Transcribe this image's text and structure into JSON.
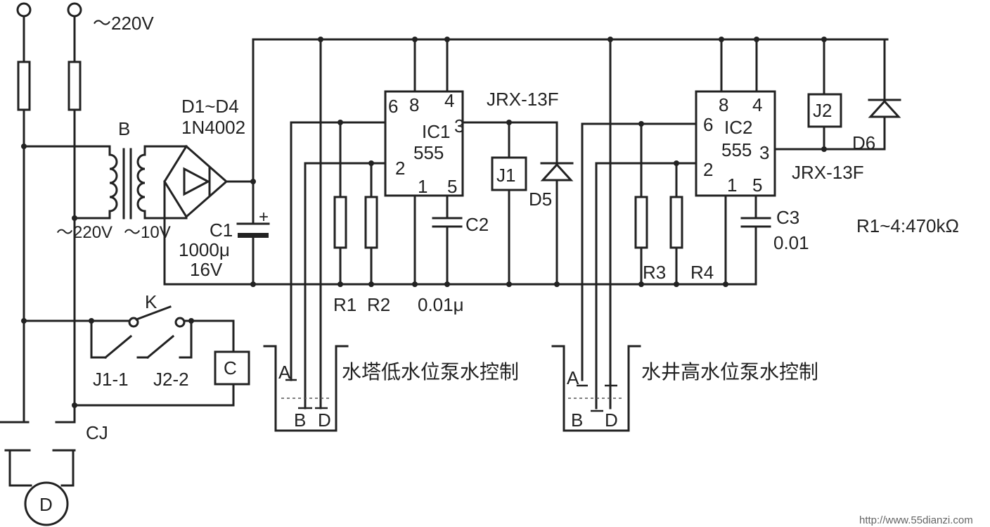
{
  "supply": {
    "label": "～220V"
  },
  "transformer": {
    "name": "B",
    "primary": "～220V",
    "secondary": "～10V"
  },
  "bridge": {
    "name": "D1~D4",
    "part": "1N4002"
  },
  "c1": {
    "name": "C1",
    "value": "1000μ",
    "voltage": "16V",
    "polarity": "+"
  },
  "ic1": {
    "name": "IC1",
    "part": "555",
    "pins": {
      "p6": "6",
      "p8": "8",
      "p4": "4",
      "p3": "3",
      "p2": "2",
      "p1": "1",
      "p5": "5"
    }
  },
  "ic2": {
    "name": "IC2",
    "part": "555",
    "pins": {
      "p6": "6",
      "p8": "8",
      "p4": "4",
      "p3": "3",
      "p2": "2",
      "p1": "1",
      "p5": "5"
    }
  },
  "relay1": {
    "name": "J1",
    "model": "JRX-13F",
    "diode": "D5"
  },
  "relay2": {
    "name": "J2",
    "model": "JRX-13F",
    "diode": "D6"
  },
  "resistors": {
    "r1": "R1",
    "r2": "R2",
    "r3": "R3",
    "r4": "R4",
    "note": "R1~4:470kΩ"
  },
  "c2": {
    "name": "C2",
    "value": "0.01μ"
  },
  "c3": {
    "name": "C3",
    "value": "0.01"
  },
  "switch_k": {
    "name": "K"
  },
  "contacts": {
    "j1": "J1-1",
    "j2": "J2-2"
  },
  "contactor": {
    "coil": "C",
    "name": "CJ"
  },
  "motor": {
    "name": "D"
  },
  "tank1": {
    "title": "水塔低水位泵水控制",
    "probe_a": "A",
    "probe_b": "B",
    "probe_d": "D"
  },
  "tank2": {
    "title": "水井高水位泵水控制",
    "probe_a": "A",
    "probe_b": "B",
    "probe_d": "D"
  },
  "watermark": "http://www.55dianzi.com"
}
